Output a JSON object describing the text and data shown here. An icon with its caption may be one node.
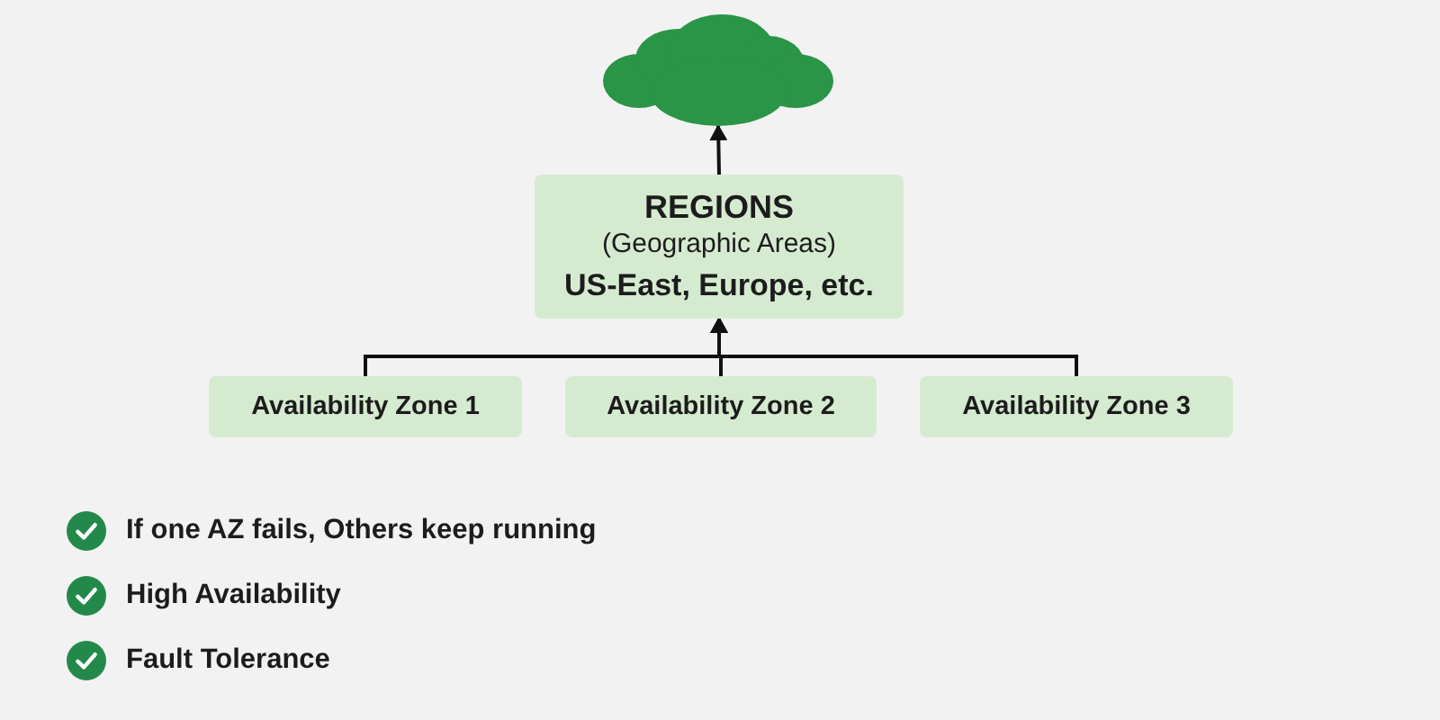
{
  "diagram": {
    "nodes": [
      {
        "text": [],
        "shape": "cloud"
      },
      {
        "text": [
          "REGIONS",
          "(Geographic Areas)",
          "US-East, Europe, etc."
        ]
      },
      {
        "text": [
          "Availability Zone 1"
        ]
      },
      {
        "text": [
          "Availability Zone 2"
        ]
      },
      {
        "text": [
          "Availability Zone 3"
        ]
      }
    ],
    "edges": [
      {
        "from": 1,
        "to": 0,
        "arrow": "to"
      },
      {
        "from": 2,
        "to": 1,
        "arrow": "to"
      },
      {
        "from": 3,
        "to": 1,
        "arrow": "to"
      },
      {
        "from": 4,
        "to": 1,
        "arrow": "to"
      }
    ],
    "labels": [
      "If one AZ fails, Others keep running",
      "High Availability",
      "Fault Tolerance"
    ]
  }
}
